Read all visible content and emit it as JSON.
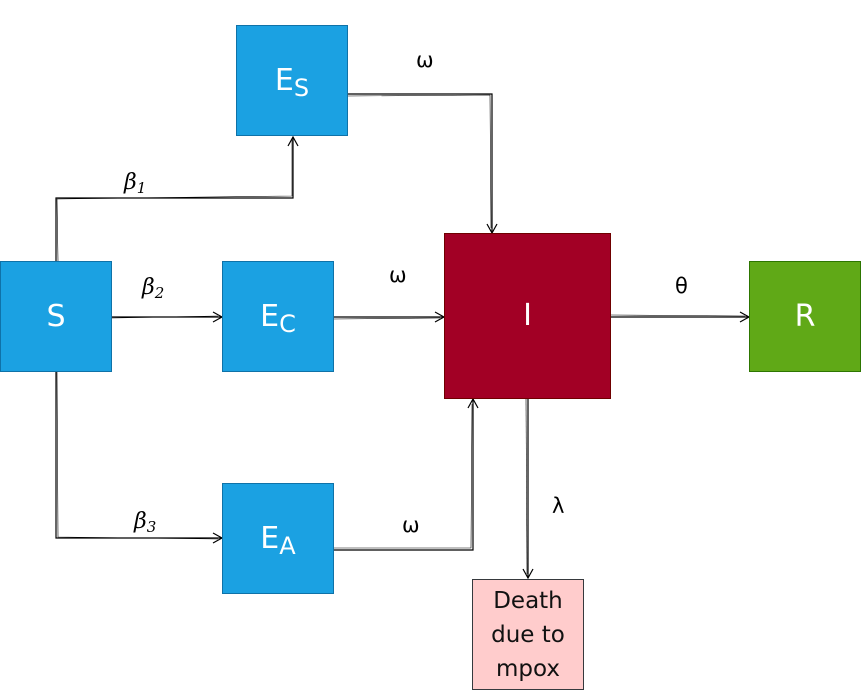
{
  "nodes": {
    "S": {
      "label": "S"
    },
    "Es": {
      "base": "E",
      "sub": "S"
    },
    "Ec": {
      "base": "E",
      "sub": "C"
    },
    "Ea": {
      "base": "E",
      "sub": "A"
    },
    "I": {
      "label": "I"
    },
    "R": {
      "label": "R"
    },
    "Death": {
      "lines": [
        "Death",
        "due to",
        "mpox"
      ]
    }
  },
  "edges": {
    "beta1": {
      "base": "β",
      "sub": "1"
    },
    "beta2": {
      "base": "β",
      "sub": "2"
    },
    "beta3": {
      "base": "β",
      "sub": "3"
    },
    "omega_s": "ω",
    "omega_c": "ω",
    "omega_a": "ω",
    "theta": "θ",
    "lambda": "λ"
  },
  "colors": {
    "exposed_susceptible": "#1ba1e2",
    "infected": "#a20025",
    "recovered": "#60a917",
    "death": "#ffcccc"
  }
}
